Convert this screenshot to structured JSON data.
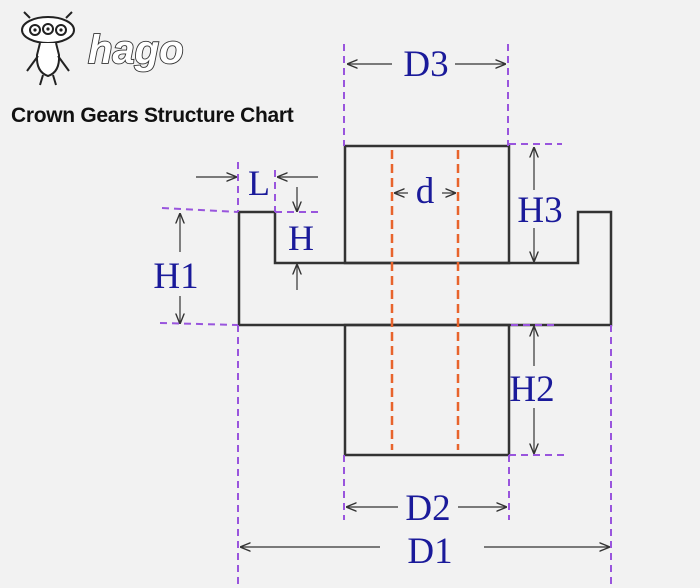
{
  "brand": {
    "logo_text": "hago",
    "title": "Crown Gears Structure Chart"
  },
  "labels": {
    "D3": "D3",
    "L": "L",
    "d": "d",
    "H": "H",
    "H3": "H3",
    "H1": "H1",
    "H2": "H2",
    "D2": "D2",
    "D1": "D1"
  },
  "colors": {
    "outline": "#333333",
    "extension_lines": "#9955dd",
    "center_lines": "#e8642c",
    "dimension_text": "#1a1a9a",
    "background": "#f2f2f2"
  }
}
